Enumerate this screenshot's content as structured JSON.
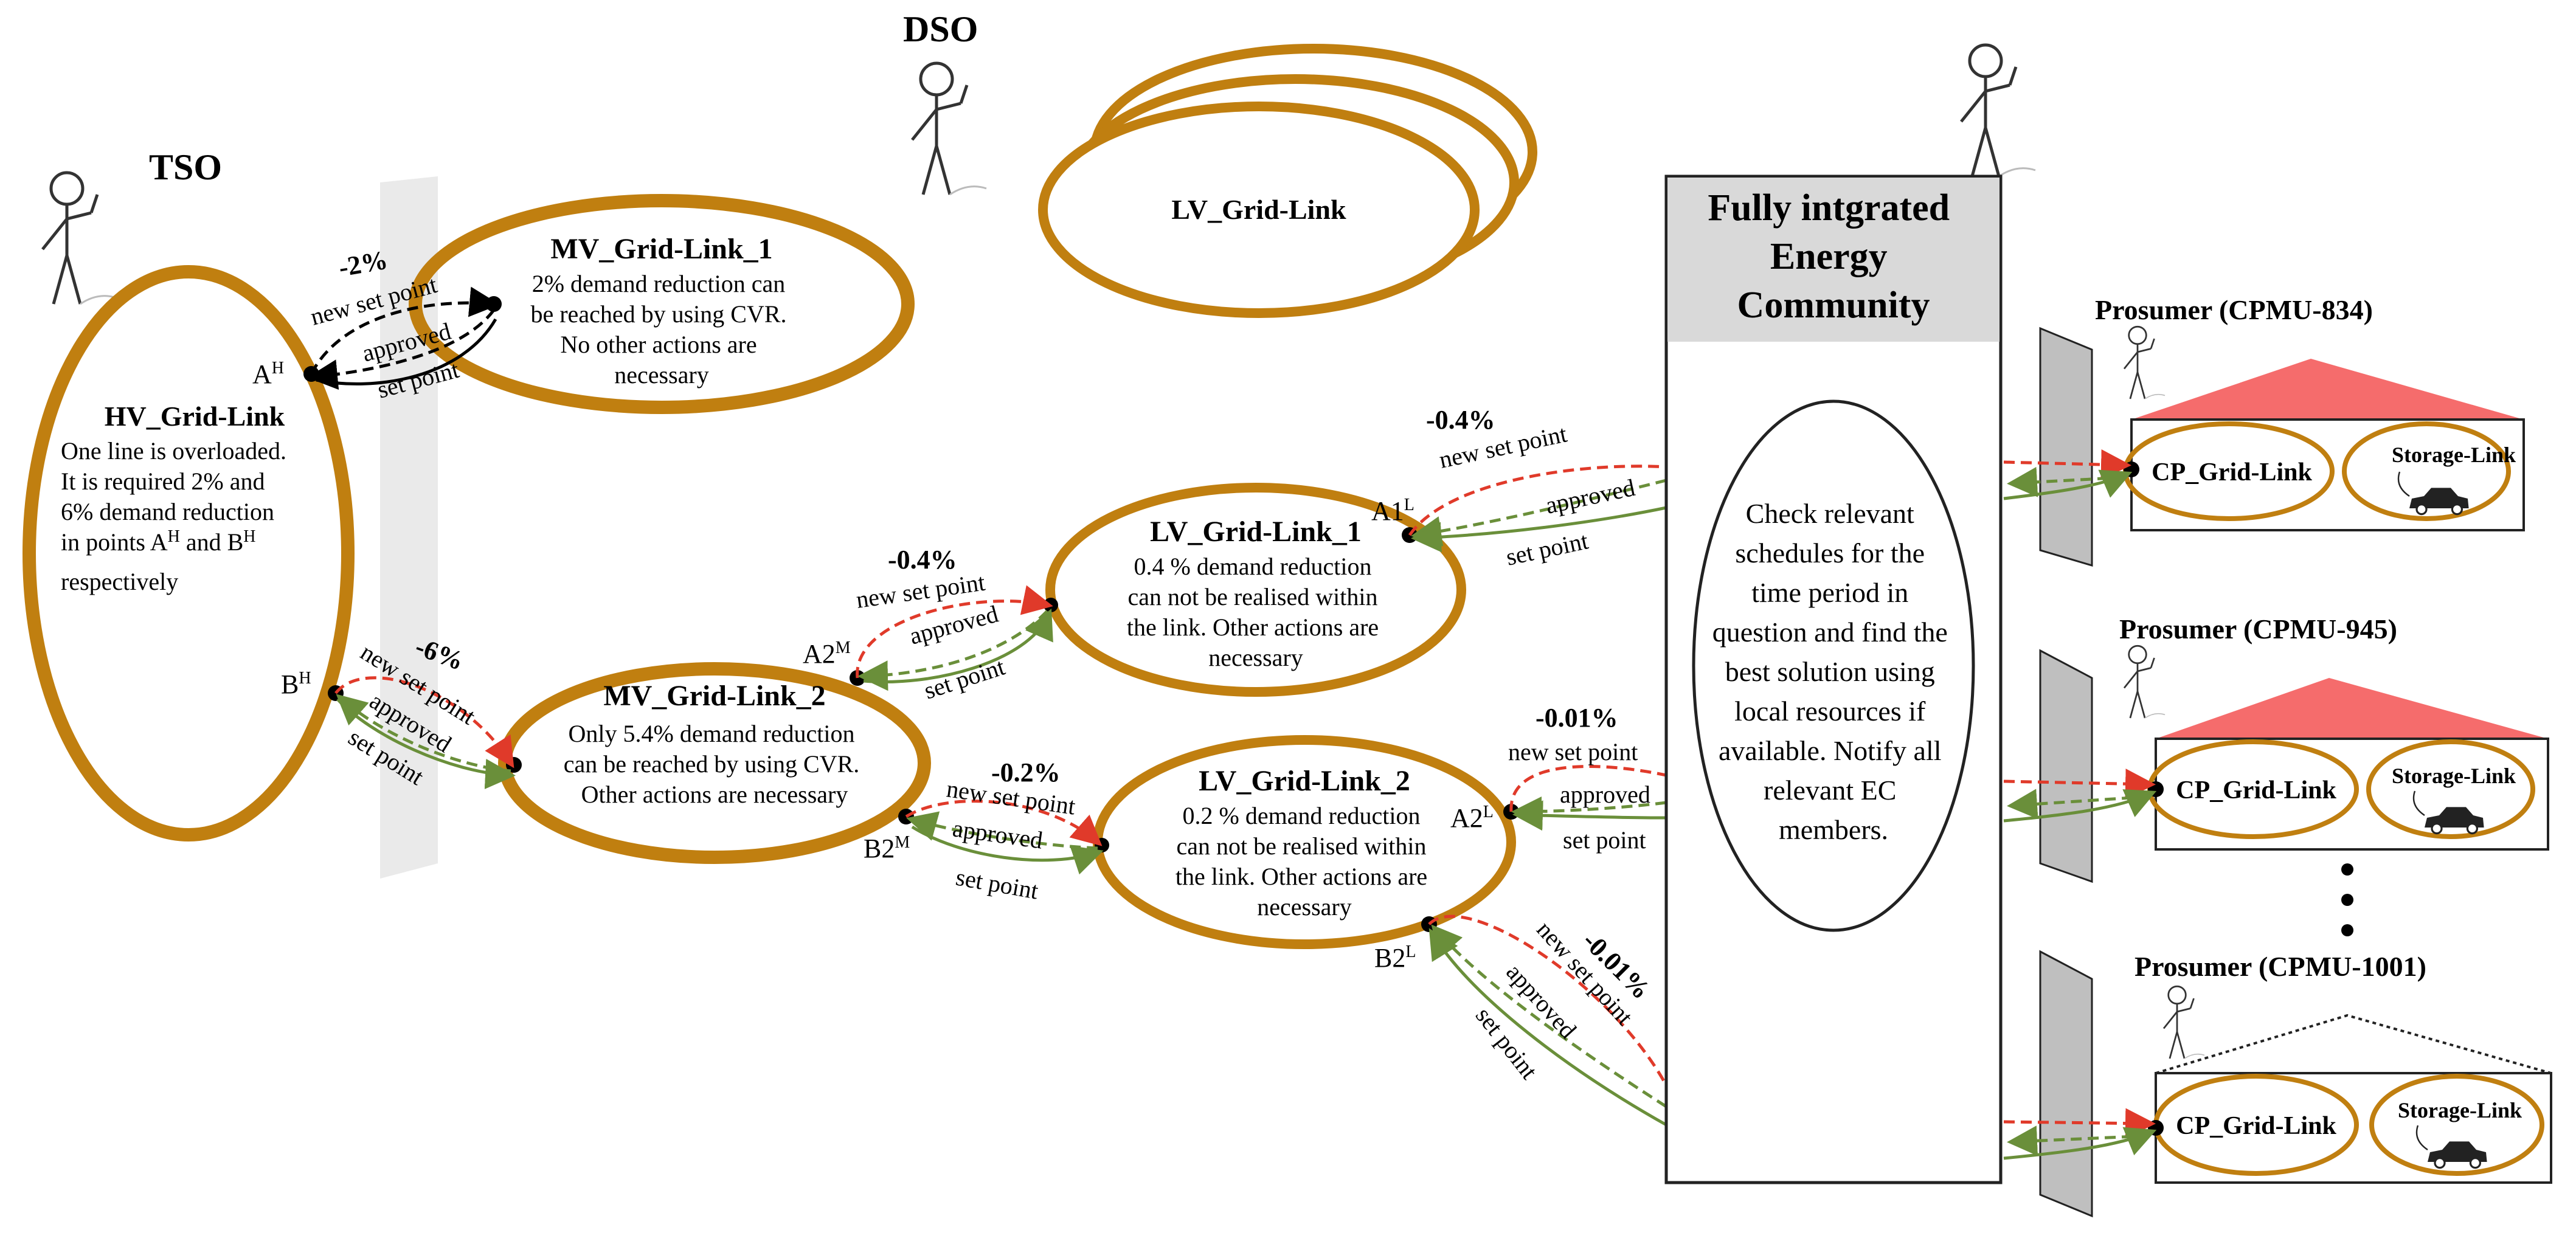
{
  "colors": {
    "ellipse_stroke": "#c07f10",
    "red_arrow": "#e03a2a",
    "green_arrow": "#6a8f3a",
    "panel": "#bfbfbf",
    "roof_red": "#f56c6c",
    "header_bg": "#d9d9d9"
  },
  "actors": {
    "tso": "TSO",
    "dso": "DSO"
  },
  "hv": {
    "title": "HV_Grid-Link",
    "lines": [
      "One line is overloaded.",
      "It is required 2% and",
      "6% demand reduction",
      "in points A",
      "respectively"
    ],
    "line4_mid": " and B",
    "sup": "H",
    "point_a": "A",
    "point_b": "B"
  },
  "mv1": {
    "title": "MV_Grid-Link_1",
    "lines": [
      "2% demand reduction can",
      "be reached by using CVR.",
      "No other actions are",
      "necessary"
    ]
  },
  "mv2": {
    "title": "MV_Grid-Link_2",
    "lines": [
      "Only 5.4% demand reduction",
      "can be reached by using CVR.",
      "Other actions are necessary"
    ],
    "point_a": "A2",
    "point_b": "B2",
    "sup": "M"
  },
  "lv_stack": {
    "title": "LV_Grid-Link"
  },
  "lv1": {
    "title": "LV_Grid-Link_1",
    "lines": [
      "0.4 % demand reduction",
      "can not be realised within",
      "the link. Other actions are",
      "necessary"
    ],
    "point": "A1",
    "sup": "L"
  },
  "lv2": {
    "title": "LV_Grid-Link_2",
    "lines": [
      "0.2 % demand reduction",
      "can not be realised within",
      "the link. Other actions are",
      "necessary"
    ],
    "point_a": "A2",
    "point_b": "B2",
    "sup": "L"
  },
  "labels": {
    "new_set_point": "new set point",
    "approved": "approved",
    "set_point": "set point",
    "pct_hv_mv1": "-2%",
    "pct_hv_mv2": "-6%",
    "pct_mv2_lv1": "-0.4%",
    "pct_mv2_lv2": "-0.2%",
    "pct_lv1_ec": "-0.4%",
    "pct_lv2a_ec": "-0.01%",
    "pct_lv2b_ec": "-0.01%"
  },
  "community": {
    "title_lines": [
      "Fully intgrated",
      "Energy",
      "Community"
    ],
    "body_lines": [
      "Check relevant",
      "schedules for the",
      "time period in",
      "question and find the",
      "best solution using",
      "local resources if",
      "available. Notify all",
      "relevant EC",
      "members."
    ]
  },
  "prosumers": [
    {
      "name": "Prosumer (CPMU-834)",
      "cp": "CP_Grid-Link",
      "storage": "Storage-Link"
    },
    {
      "name": "Prosumer (CPMU-945)",
      "cp": "CP_Grid-Link",
      "storage": "Storage-Link"
    },
    {
      "name": "Prosumer (CPMU-1001)",
      "cp": "CP_Grid-Link",
      "storage": "Storage-Link"
    }
  ]
}
